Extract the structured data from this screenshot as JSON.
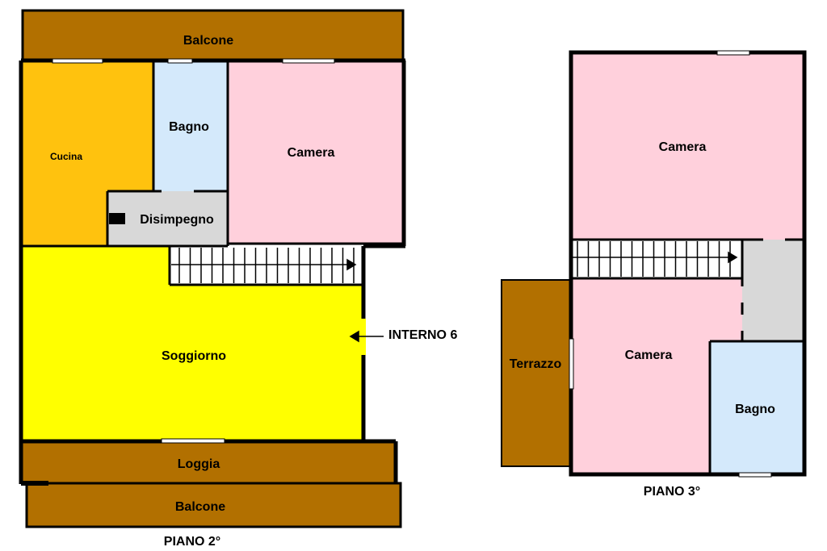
{
  "floors": {
    "piano2": {
      "caption": "PIANO 2°",
      "rooms": {
        "balcone_top": "Balcone",
        "cucina": "Cucina",
        "bagno": "Bagno",
        "camera": "Camera",
        "disimpegno": "Disimpegno",
        "soggiorno": "Soggiorno",
        "loggia": "Loggia",
        "balcone_bottom": "Balcone"
      },
      "entrance": "INTERNO 6"
    },
    "piano3": {
      "caption": "PIANO 3°",
      "rooms": {
        "camera_top": "Camera",
        "camera_bottom": "Camera",
        "bagno": "Bagno",
        "terrazzo": "Terrazzo"
      }
    }
  },
  "colors": {
    "balcony_brown": "#b27000",
    "kitchen_orange": "#ffc20e",
    "bath_blue": "#d4e9fb",
    "bedroom_pink": "#ffd0dc",
    "hall_gray": "#d8d8d8",
    "living_yellow": "#ffff00",
    "wall_black": "#000000"
  }
}
